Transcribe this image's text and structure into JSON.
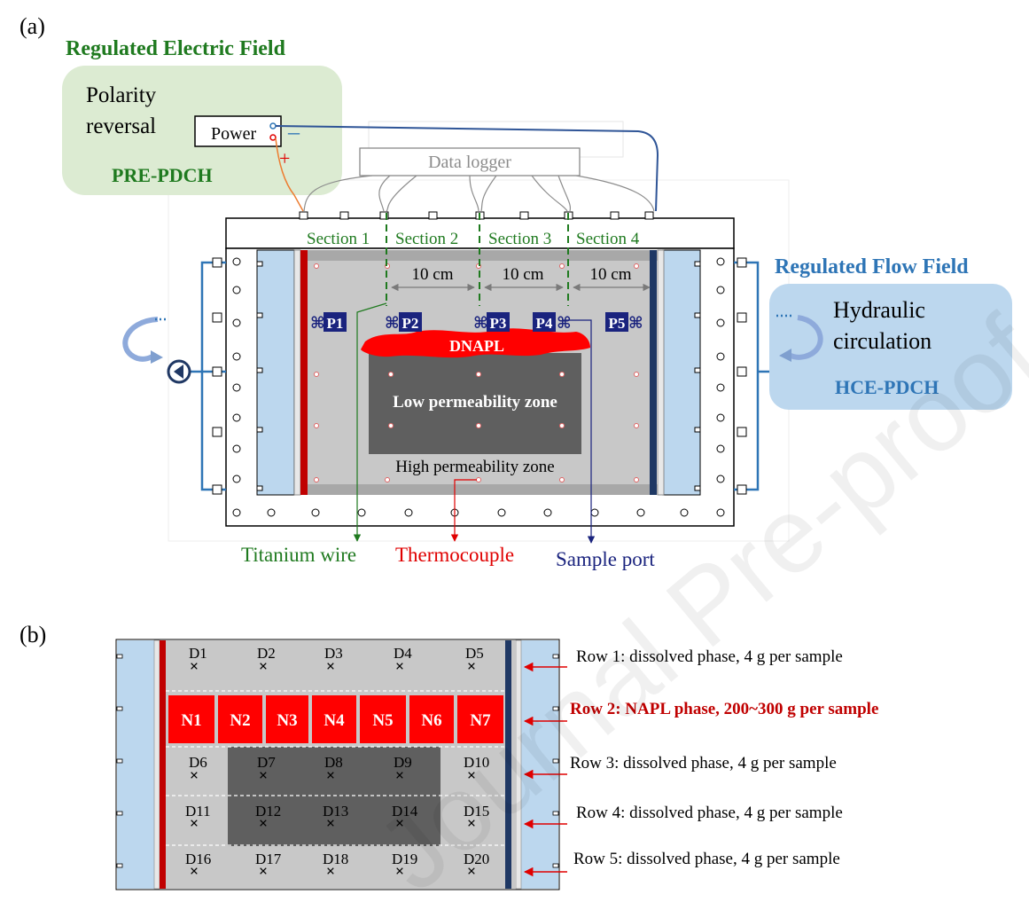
{
  "panel_a": {
    "label": "(a)",
    "electric": {
      "title": "Regulated Electric Field",
      "line1": "Polarity",
      "line2": "reversal",
      "power": "Power",
      "minus": "–",
      "plus": "+",
      "method": "PRE-PDCH"
    },
    "logger": "Data logger",
    "sections": [
      "Section 1",
      "Section 2",
      "Section 3",
      "Section 4"
    ],
    "spacing": "10 cm",
    "ports": [
      "P1",
      "P2",
      "P3",
      "P4",
      "P5"
    ],
    "dnapl": "DNAPL",
    "low_zone": "Low permeability zone",
    "high_zone": "High permeability zone",
    "flow": {
      "title": "Regulated Flow Field",
      "line1": "Hydraulic",
      "line2": "circulation",
      "method": "HCE-PDCH"
    },
    "legend": {
      "titanium": "Titanium wire",
      "thermocouple": "Thermocouple",
      "sample": "Sample port"
    }
  },
  "panel_b": {
    "label": "(b)",
    "rows": [
      [
        "D1",
        "D2",
        "D3",
        "D4",
        "D5"
      ],
      [
        "D6",
        "D7",
        "D8",
        "D9",
        "D10"
      ],
      [
        "D11",
        "D12",
        "D13",
        "D14",
        "D15"
      ],
      [
        "D16",
        "D17",
        "D18",
        "D19",
        "D20"
      ]
    ],
    "napl": [
      "N1",
      "N2",
      "N3",
      "N4",
      "N5",
      "N6",
      "N7"
    ],
    "mark": "×",
    "row_labels": [
      "Row 1: dissolved phase, 4 g per sample",
      "Row 2:  NAPL phase, 200~300 g per sample",
      "Row 3: dissolved phase, 4 g per sample",
      "Row 4: dissolved phase, 4 g per sample",
      "Row 5: dissolved phase, 4 g per sample"
    ]
  },
  "watermark": "Journal Pre-proof",
  "colors": {
    "green": "#1f7a1f",
    "blue": "#2e75b6",
    "red": "#e00000",
    "navy": "#1a237e",
    "water": "#bcd7ee",
    "box_green": "#dcebd2",
    "box_blue": "#bcd7ee",
    "tank": "#c8c8c8",
    "low": "#5f5f5f",
    "napl": "#ff0000"
  }
}
